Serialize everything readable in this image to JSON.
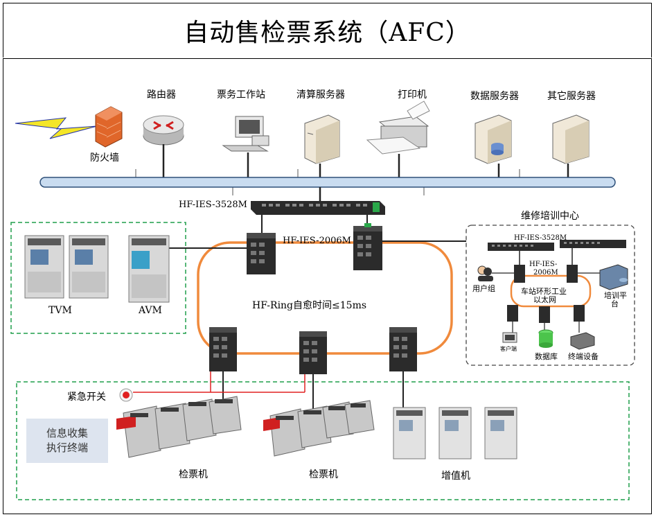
{
  "title": "自动售检票系统（AFC）",
  "labels": {
    "router": "路由器",
    "ticket_workstation": "票务工作站",
    "clearing_server": "清算服务器",
    "printer": "打印机",
    "data_server": "数据服务器",
    "other_server": "其它服务器",
    "firewall": "防火墙",
    "main_switch": "HF-IES-3528M",
    "ring_switch": "HF-IES-2006M",
    "ring_note": "HF-Ring自愈时间≤15ms",
    "tvm": "TVM",
    "avm": "AVM",
    "emergency_switch": "紧急开关",
    "gate_group_1": "检票机",
    "gate_group_2": "检票机",
    "value_adder": "增值机",
    "info_line1": "信息收集",
    "info_line2": "执行终端"
  },
  "training": {
    "title": "维修培训中心",
    "switch_3528": "HF-IES-3528M",
    "switch_2006_line1": "HF-IES-",
    "switch_2006_line2": "2006M",
    "user_group": "用户组",
    "ring_line1": "车站环形工业",
    "ring_line2": "以太网",
    "platform_line1": "培训平",
    "platform_line2": "台",
    "client": "客户端",
    "database": "数据库",
    "terminal": "终端设备"
  },
  "colors": {
    "ring": "#f08a3c",
    "bus_fill": "#c9dcf0",
    "bus_stroke": "#2d4f78",
    "dashed_green": "#1f9e4a",
    "emergency_line": "#e02020",
    "firewall": "#e0662a",
    "lightning": "#f4e628"
  }
}
